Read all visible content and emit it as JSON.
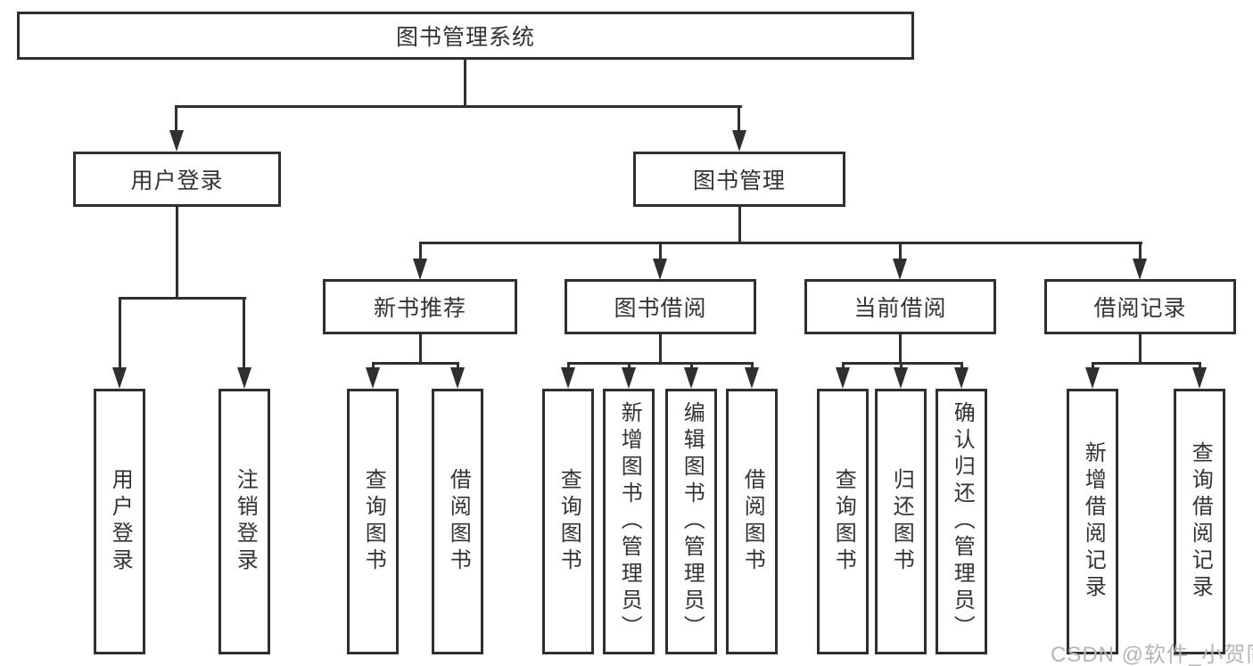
{
  "colors": {
    "background": "#ffffff",
    "line": "#2f2f2f",
    "text": "#333333",
    "watermark": "#b5b5b5"
  },
  "watermark": {
    "text": "CSDN @软件_小贺同学"
  },
  "tree": {
    "root": {
      "label": "图书管理系统",
      "children": [
        {
          "label": "用户登录",
          "children": [
            {
              "label": "用户登录"
            },
            {
              "label": "注销登录"
            }
          ]
        },
        {
          "label": "图书管理",
          "children": [
            {
              "label": "新书推荐",
              "children": [
                {
                  "label": "查询图书"
                },
                {
                  "label": "借阅图书"
                }
              ]
            },
            {
              "label": "图书借阅",
              "children": [
                {
                  "label": "查询图书"
                },
                {
                  "label": "新增图书（管理员）"
                },
                {
                  "label": "编辑图书（管理员）"
                },
                {
                  "label": "借阅图书"
                }
              ]
            },
            {
              "label": "当前借阅",
              "children": [
                {
                  "label": "查询图书"
                },
                {
                  "label": "归还图书"
                },
                {
                  "label": "确认归还（管理员）"
                }
              ]
            },
            {
              "label": "借阅记录",
              "children": [
                {
                  "label": "新增借阅记录"
                },
                {
                  "label": "查询借阅记录"
                }
              ]
            }
          ]
        }
      ]
    }
  }
}
